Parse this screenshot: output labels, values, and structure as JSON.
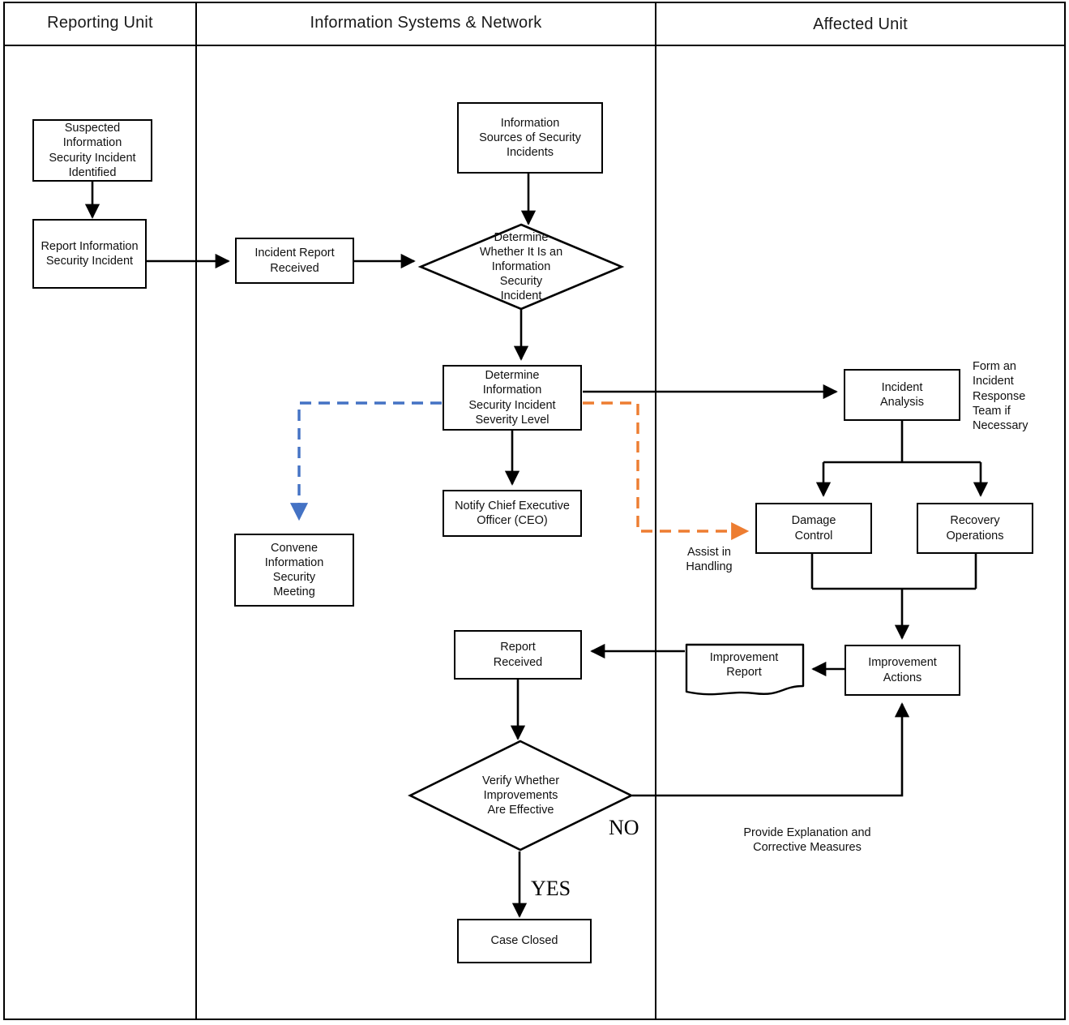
{
  "diagram": {
    "title": "Information Security Incident Handling Flowchart",
    "type": "swimlane-flowchart",
    "colors": {
      "line": "#000000",
      "blue_dashed": "#4472C4",
      "orange_dashed": "#ED7D31",
      "background": "#FFFFFF"
    }
  },
  "lanes": [
    {
      "id": "reporting-unit",
      "label": "Reporting Unit"
    },
    {
      "id": "information-systems-network",
      "label": "Information Systems & Network"
    },
    {
      "id": "affected-unit",
      "label": "Affected Unit"
    }
  ],
  "nodes": {
    "suspected_incident": "Suspected\nInformation\nSecurity Incident\nIdentified",
    "report_incident": "Report Information\nSecurity Incident",
    "incident_report_received": "Incident Report\nReceived",
    "information_sources": "Information\nSources of Security\nIncidents",
    "determine_whether": "Determine\nWhether It Is an\nInformation\nSecurity\nIncident",
    "determine_severity": "Determine\nInformation\nSecurity Incident\nSeverity Level",
    "notify_ceo": "Notify Chief Executive\nOfficer (CEO)",
    "convene_meeting": "Convene\nInformation\nSecurity\nMeeting",
    "incident_analysis": "Incident\nAnalysis",
    "damage_control": "Damage\nControl",
    "recovery_operations": "Recovery\nOperations",
    "improvement_actions": "Improvement\nActions",
    "improvement_report": "Improvement\nReport",
    "report_received": "Report\nReceived",
    "verify_improvements": "Verify Whether\nImprovements\nAre Effective",
    "case_closed": "Case Closed"
  },
  "annotations": {
    "form_team": "Form an\nIncident\nResponse\nTeam if\nNecessary",
    "assist_handling": "Assist in\nHandling",
    "provide_explanation": "Provide Explanation and\nCorrective Measures",
    "branch_no": "NO",
    "branch_yes": "YES"
  }
}
